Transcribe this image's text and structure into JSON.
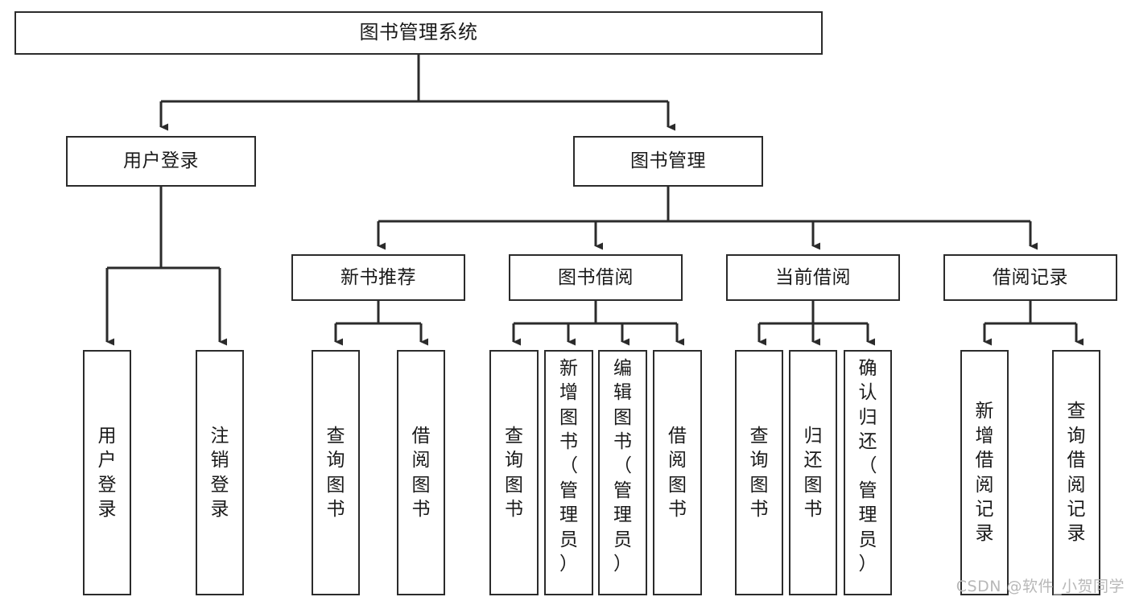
{
  "diagram": {
    "title": "图书管理系统",
    "type": "tree-hierarchy",
    "orientation": "top-down",
    "watermark": "CSDN @软件_小贺同学",
    "colors": {
      "node_border": "#2b2b2b",
      "node_fill": "#ffffff",
      "edge": "#2b2b2b",
      "text": "#1a1a1a",
      "watermark": "#b8b8b8",
      "background": "#ffffff"
    },
    "nodes": {
      "root": {
        "label": "图书管理系统"
      },
      "level2": [
        {
          "label": "用户登录"
        },
        {
          "label": "图书管理"
        }
      ],
      "level3": [
        {
          "label": "新书推荐"
        },
        {
          "label": "图书借阅"
        },
        {
          "label": "当前借阅"
        },
        {
          "label": "借阅记录"
        }
      ],
      "leaves": {
        "user_login": [
          {
            "label": "用户登录"
          },
          {
            "label": "注销登录"
          }
        ],
        "new_book": [
          {
            "label": "查询图书"
          },
          {
            "label": "借阅图书"
          }
        ],
        "book_borrow": [
          {
            "label": "查询图书"
          },
          {
            "label": "新增图书（管理员）"
          },
          {
            "label": "编辑图书（管理员）"
          },
          {
            "label": "借阅图书"
          }
        ],
        "current_borrow": [
          {
            "label": "查询图书"
          },
          {
            "label": "归还图书"
          },
          {
            "label": "确认归还（管理员）"
          }
        ],
        "borrow_record": [
          {
            "label": "新增借阅记录"
          },
          {
            "label": "查询借阅记录"
          }
        ]
      }
    }
  }
}
